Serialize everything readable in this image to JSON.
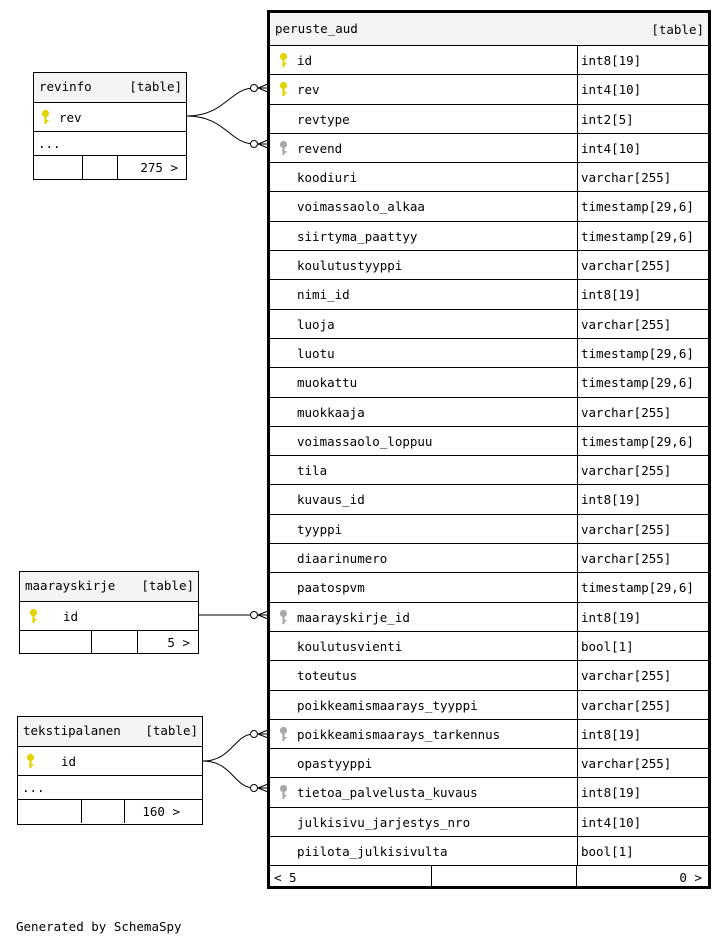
{
  "main_table": {
    "name": "peruste_aud",
    "kind": "[table]",
    "columns": [
      {
        "name": "id",
        "type": "int8[19]",
        "key": "primary"
      },
      {
        "name": "rev",
        "type": "int4[10]",
        "key": "primary"
      },
      {
        "name": "revtype",
        "type": "int2[5]",
        "key": "none"
      },
      {
        "name": "revend",
        "type": "int4[10]",
        "key": "foreign"
      },
      {
        "name": "koodiuri",
        "type": "varchar[255]",
        "key": "none"
      },
      {
        "name": "voimassaolo_alkaa",
        "type": "timestamp[29,6]",
        "key": "none"
      },
      {
        "name": "siirtyma_paattyy",
        "type": "timestamp[29,6]",
        "key": "none"
      },
      {
        "name": "koulutustyyppi",
        "type": "varchar[255]",
        "key": "none"
      },
      {
        "name": "nimi_id",
        "type": "int8[19]",
        "key": "none"
      },
      {
        "name": "luoja",
        "type": "varchar[255]",
        "key": "none"
      },
      {
        "name": "luotu",
        "type": "timestamp[29,6]",
        "key": "none"
      },
      {
        "name": "muokattu",
        "type": "timestamp[29,6]",
        "key": "none"
      },
      {
        "name": "muokkaaja",
        "type": "varchar[255]",
        "key": "none"
      },
      {
        "name": "voimassaolo_loppuu",
        "type": "timestamp[29,6]",
        "key": "none"
      },
      {
        "name": "tila",
        "type": "varchar[255]",
        "key": "none"
      },
      {
        "name": "kuvaus_id",
        "type": "int8[19]",
        "key": "none"
      },
      {
        "name": "tyyppi",
        "type": "varchar[255]",
        "key": "none"
      },
      {
        "name": "diaarinumero",
        "type": "varchar[255]",
        "key": "none"
      },
      {
        "name": "paatospvm",
        "type": "timestamp[29,6]",
        "key": "none"
      },
      {
        "name": "maarayskirje_id",
        "type": "int8[19]",
        "key": "foreign"
      },
      {
        "name": "koulutusvienti",
        "type": "bool[1]",
        "key": "none"
      },
      {
        "name": "toteutus",
        "type": "varchar[255]",
        "key": "none"
      },
      {
        "name": "poikkeamismaarays_tyyppi",
        "type": "varchar[255]",
        "key": "none"
      },
      {
        "name": "poikkeamismaarays_tarkennus",
        "type": "int8[19]",
        "key": "foreign"
      },
      {
        "name": "opastyyppi",
        "type": "varchar[255]",
        "key": "none"
      },
      {
        "name": "tietoa_palvelusta_kuvaus",
        "type": "int8[19]",
        "key": "foreign"
      },
      {
        "name": "julkisivu_jarjestys_nro",
        "type": "int4[10]",
        "key": "none"
      },
      {
        "name": "piilota_julkisivulta",
        "type": "bool[1]",
        "key": "none"
      }
    ],
    "footer": {
      "parents": "< 5",
      "children": "0 >"
    }
  },
  "related_tables": [
    {
      "id": "revinfo",
      "name": "revinfo",
      "kind": "[table]",
      "key_column": "rev",
      "more": "...",
      "children": "275 >"
    },
    {
      "id": "maarayskirje",
      "name": "maarayskirje",
      "kind": "[table]",
      "key_column": "id",
      "more": "",
      "children": "5 >"
    },
    {
      "id": "tekstipalanen",
      "name": "tekstipalanen",
      "kind": "[table]",
      "key_column": "id",
      "more": "...",
      "children": "160 >"
    }
  ],
  "footer_text": "Generated by SchemaSpy",
  "colors": {
    "primary_key": "#e2d400",
    "foreign_key": "#a8a8a8",
    "header_bg": "#f4f4f4"
  }
}
